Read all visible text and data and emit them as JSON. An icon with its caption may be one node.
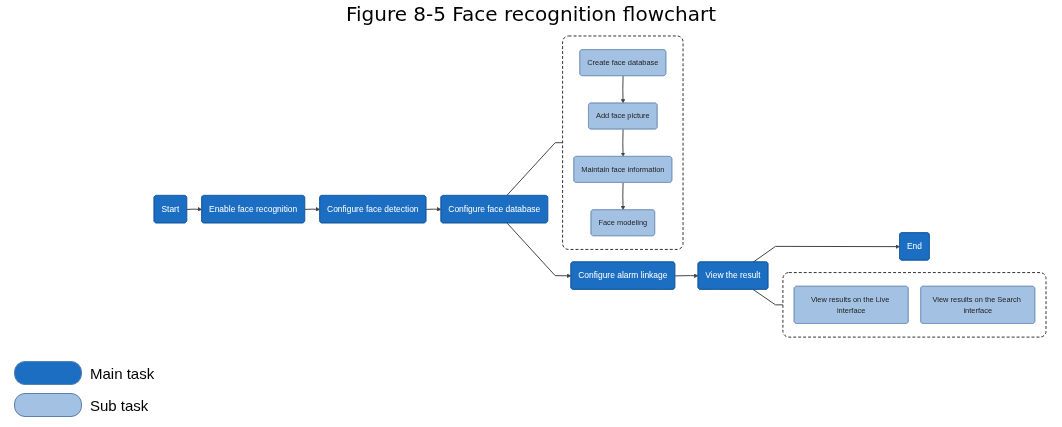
{
  "diagram": {
    "title": "Figure 8-5 Face recognition flowchart",
    "nodes": [
      {
        "text": [
          "Start"
        ]
      },
      {
        "text": [
          "Enable face recognition"
        ]
      },
      {
        "text": [
          "Configure face detection"
        ]
      },
      {
        "text": [
          "Configure face database"
        ]
      },
      {
        "text": [
          "Configure alarm linkage"
        ]
      },
      {
        "text": [
          "View the result"
        ]
      },
      {
        "text": [
          "End"
        ]
      },
      {
        "text": [],
        "shape": "box"
      },
      {
        "text": [
          "Create face database"
        ],
        "in": 7
      },
      {
        "text": [
          "Add face picture"
        ],
        "in": 7
      },
      {
        "text": [
          "Maintain face information"
        ],
        "in": 7
      },
      {
        "text": [
          "Face modeling"
        ],
        "in": 7
      },
      {
        "text": [],
        "shape": "box"
      },
      {
        "text": [
          "View results on the Live interface"
        ],
        "in": 12
      },
      {
        "text": [
          "View results on the Search interface"
        ],
        "in": 12
      }
    ],
    "edges": [
      {
        "from": 0,
        "to": 1,
        "arrow": "to"
      },
      {
        "from": 1,
        "to": 2,
        "arrow": "to"
      },
      {
        "from": 2,
        "to": 3,
        "arrow": "to"
      },
      {
        "from": 3,
        "to": 4,
        "arrow": "to"
      },
      {
        "from": 4,
        "to": 5,
        "arrow": "to"
      },
      {
        "from": 5,
        "to": 6,
        "arrow": "to"
      },
      {
        "from": 3,
        "to": 7,
        "arrow": "none"
      },
      {
        "from": 8,
        "to": 9,
        "arrow": "to"
      },
      {
        "from": 9,
        "to": 10,
        "arrow": "to"
      },
      {
        "from": 10,
        "to": 11,
        "arrow": "to"
      },
      {
        "from": 5,
        "to": 12,
        "arrow": "none"
      }
    ],
    "legend": [
      {
        "text": "Main task",
        "color": "#1b6ec2"
      },
      {
        "text": "Sub task",
        "color": "#a3c1e3"
      }
    ]
  }
}
